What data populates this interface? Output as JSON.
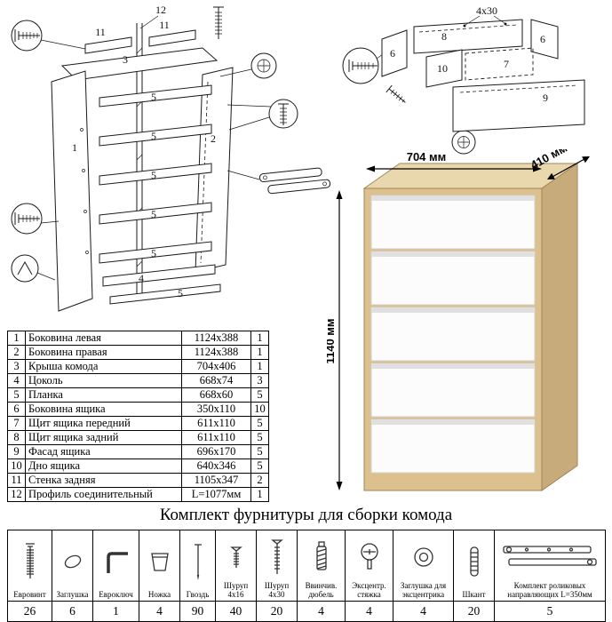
{
  "title": "Комплект фурнитуры для сборки комода",
  "dimensions": {
    "width": "704 мм",
    "depth": "410 мм",
    "height": "1140 мм"
  },
  "labels": {
    "n1": "1",
    "n2": "2",
    "n3": "3",
    "n4": "4",
    "n5": "5",
    "n6": "6",
    "n7": "7",
    "n8": "8",
    "n9": "9",
    "n10": "10",
    "n11": "11",
    "n12": "12",
    "screw_size": "4x30"
  },
  "parts": {
    "rows": [
      {
        "num": "1",
        "name": "Боковина левая",
        "size": "1124x388",
        "qty": "1"
      },
      {
        "num": "2",
        "name": "Боковина правая",
        "size": "1124x388",
        "qty": "1"
      },
      {
        "num": "3",
        "name": "Крыша комода",
        "size": "704x406",
        "qty": "1"
      },
      {
        "num": "4",
        "name": "Цоколь",
        "size": "668x74",
        "qty": "3"
      },
      {
        "num": "5",
        "name": "Планка",
        "size": "668x60",
        "qty": "5"
      },
      {
        "num": "6",
        "name": "Боковина ящика",
        "size": "350x110",
        "qty": "10"
      },
      {
        "num": "7",
        "name": "Щит ящика передний",
        "size": "611x110",
        "qty": "5"
      },
      {
        "num": "8",
        "name": "Щит ящика задний",
        "size": "611x110",
        "qty": "5"
      },
      {
        "num": "9",
        "name": "Фасад ящика",
        "size": "696x170",
        "qty": "5"
      },
      {
        "num": "10",
        "name": "Дно ящика",
        "size": "640x346",
        "qty": "5"
      },
      {
        "num": "11",
        "name": "Стенка задняя",
        "size": "1105x347",
        "qty": "2"
      },
      {
        "num": "12",
        "name": "Профиль соединительный",
        "size": "L=1077мм",
        "qty": "1"
      }
    ]
  },
  "hardware": {
    "items": [
      {
        "name": "Евровинт",
        "qty": "26",
        "icon": "confirmat-screw-icon"
      },
      {
        "name": "Заглушка",
        "qty": "6",
        "icon": "cap-plug-icon"
      },
      {
        "name": "Евроключ",
        "qty": "1",
        "icon": "hex-key-icon"
      },
      {
        "name": "Ножка",
        "qty": "4",
        "icon": "furniture-leg-icon"
      },
      {
        "name": "Гвоздь",
        "qty": "90",
        "icon": "nail-icon"
      },
      {
        "name": "Шуруп 4x16",
        "qty": "40",
        "icon": "screw-4x16-icon"
      },
      {
        "name": "Шуруп 4x30",
        "qty": "20",
        "icon": "screw-4x30-icon"
      },
      {
        "name": "Ввинчив. дюбель",
        "qty": "4",
        "icon": "screw-in-dowel-icon"
      },
      {
        "name": "Эксцентр. стяжка",
        "qty": "4",
        "icon": "cam-lock-icon"
      },
      {
        "name": "Заглушка для эксцентрика",
        "qty": "4",
        "icon": "cam-cap-icon"
      },
      {
        "name": "Шкант",
        "qty": "20",
        "icon": "wooden-dowel-icon"
      },
      {
        "name": "Комплект роликовых направляющих L=350мм",
        "qty": "5",
        "icon": "roller-slides-icon"
      }
    ]
  },
  "colors": {
    "wood": "#dcc08e",
    "wood_top": "#e9d7ae",
    "wood_side": "#c8ab7b",
    "drawer": "#fcfcfc"
  }
}
